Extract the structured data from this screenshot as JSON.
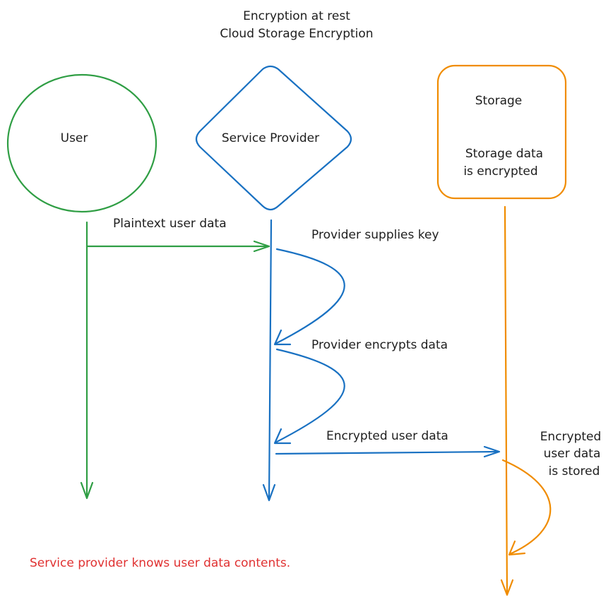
{
  "title": {
    "line1": "Encryption at rest",
    "line2": "Cloud Storage Encryption"
  },
  "actors": {
    "user": {
      "label": "User",
      "color": "#2f9e44"
    },
    "provider": {
      "label": "Service Provider",
      "color": "#1971c2"
    },
    "storage": {
      "label": "Storage",
      "note_line1": "Storage data",
      "note_line2": "is encrypted",
      "color": "#f08c00"
    }
  },
  "messages": {
    "plaintext": "Plaintext user data",
    "supplies_key": "Provider supplies key",
    "encrypts": "Provider encrypts data",
    "encrypted_data": "Encrypted user data",
    "stored_line1": "Encrypted",
    "stored_line2": "user data",
    "stored_line3": "is stored"
  },
  "note": {
    "text": "Service provider knows user data contents.",
    "color": "#e03131"
  }
}
